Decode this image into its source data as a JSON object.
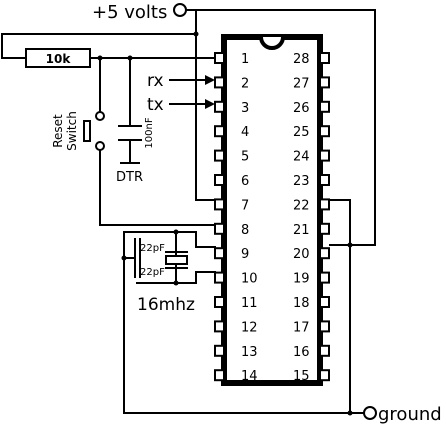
{
  "labels": {
    "vcc": "+5 volts",
    "ground": "ground",
    "resistor": "10k",
    "rx": "rx",
    "tx": "tx",
    "reset_line1": "Reset",
    "reset_line2": "Switch",
    "capacitor": "100nF",
    "dtr": "DTR",
    "cap_upper": "22pF",
    "cap_lower": "22pF",
    "crystal": "16mhz"
  },
  "chip": {
    "left_pins": [
      "1",
      "2",
      "3",
      "4",
      "5",
      "6",
      "7",
      "8",
      "9",
      "10",
      "11",
      "12",
      "13",
      "14"
    ],
    "right_pins": [
      "28",
      "27",
      "26",
      "25",
      "24",
      "23",
      "22",
      "21",
      "20",
      "19",
      "18",
      "17",
      "16",
      "15"
    ]
  },
  "colors": {
    "ink": "#000000",
    "paper": "#ffffff"
  }
}
